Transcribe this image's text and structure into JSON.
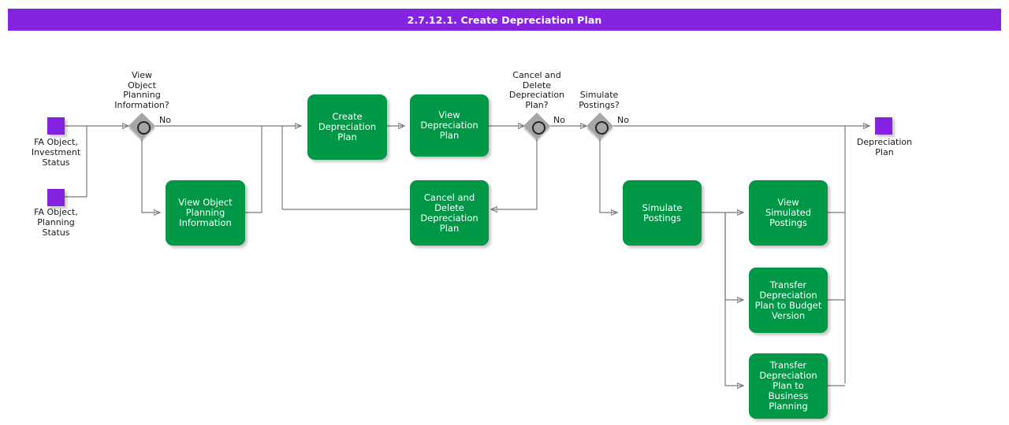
{
  "header": {
    "title": "2.7.12.1. Create Depreciation Plan"
  },
  "colors": {
    "banner": "#8424e0",
    "task": "#009846",
    "start_node": "#8424e0",
    "gateway": "#a6a6a6",
    "connector": "#7a7a7a",
    "task_text": "#ffffff",
    "label_text": "#1a1a1a"
  },
  "diagram": {
    "type": "flowchart",
    "start_nodes": [
      {
        "id": "fa-investment-status",
        "label": "FA Object,\nInvestment\nStatus",
        "line1": "FA Object,",
        "line2": "Investment",
        "line3": "Status"
      },
      {
        "id": "fa-planning-status",
        "label": "FA Object,\nPlanning\nStatus",
        "line1": "FA Object,",
        "line2": "Planning",
        "line3": "Status"
      }
    ],
    "end_nodes": [
      {
        "id": "depreciation-plan",
        "label": "Depreciation\nPlan",
        "line1": "Depreciation",
        "line2": "Plan"
      }
    ],
    "gateways": [
      {
        "id": "gw-view-object-planning",
        "question": "View\nObject\nPlanning\nInformation?",
        "q1": "View",
        "q2": "Object",
        "q3": "Planning",
        "q4": "Information?",
        "branch_label": "No"
      },
      {
        "id": "gw-cancel-delete",
        "question": "Cancel and\nDelete\nDepreciation\nPlan?",
        "q1": "Cancel and",
        "q2": "Delete",
        "q3": "Depreciation",
        "q4": "Plan?",
        "branch_label": "No"
      },
      {
        "id": "gw-simulate-postings",
        "question": "Simulate\nPostings?",
        "q1": "Simulate",
        "q2": "Postings?",
        "q3": "",
        "q4": "",
        "branch_label": "No"
      }
    ],
    "tasks": [
      {
        "id": "view-object-planning-information",
        "label": "View Object Planning Information"
      },
      {
        "id": "create-depreciation-plan",
        "label": "Create Depreciation Plan"
      },
      {
        "id": "view-depreciation-plan",
        "label": "View Depreciation Plan"
      },
      {
        "id": "cancel-and-delete-depreciation-plan",
        "label": "Cancel and Delete Depreciation Plan"
      },
      {
        "id": "simulate-postings",
        "label": "Simulate Postings"
      },
      {
        "id": "view-simulated-postings",
        "label": "View Simulated Postings"
      },
      {
        "id": "transfer-depreciation-plan-to-budget-version",
        "label": "Transfer Depreciation Plan to Budget Version"
      },
      {
        "id": "transfer-depreciation-plan-to-business-planning",
        "label": "Transfer Depreciation Plan to Business Planning"
      }
    ]
  }
}
